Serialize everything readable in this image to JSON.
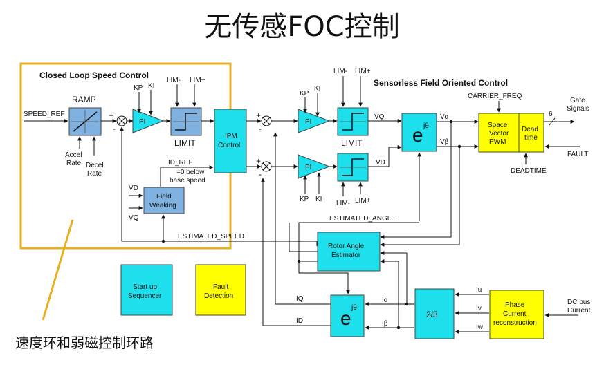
{
  "title": "无传感FOC控制",
  "caption": "速度环和弱磁控制环路",
  "speed_section": {
    "header": "Closed Loop Speed Control",
    "speed_ref": "SPEED_REF",
    "ramp": "RAMP",
    "accel_rate": [
      "Accel",
      "Rate"
    ],
    "decel_rate": [
      "Decel",
      "Rate"
    ],
    "kp": "KP",
    "ki": "KI",
    "pi": "PI",
    "lim_minus": "LIM-",
    "lim_plus": "LIM+",
    "limit": "LIMIT",
    "id_ref": "ID_REF",
    "id_ref_note": [
      "=0 below",
      "base speed"
    ],
    "vd": "VD",
    "vq": "VQ",
    "field_weaking": [
      "Field",
      "Weaking"
    ],
    "estimated_speed": "ESTIMATED_SPEED"
  },
  "ipm_control": [
    "IPM",
    "Control"
  ],
  "foc_section": {
    "header": "Sensorless Field Oriented Control",
    "pi": "PI",
    "kp": "KP",
    "ki": "KI",
    "lim_minus": "LIM-",
    "lim_plus": "LIM+",
    "limit": "LIMIT",
    "vq": "VQ",
    "vd": "VD",
    "v_alpha": "Vα",
    "v_beta": "Vβ",
    "carrier_freq": "CARRIER_FREQ",
    "svpwm": [
      "Space",
      "Vector",
      "PWM"
    ],
    "dead_time": [
      "Dead",
      "time"
    ],
    "six": "6",
    "gate_signals": [
      "Gate",
      "Signals"
    ],
    "fault": "FAULT",
    "deadtime": "DEADTIME",
    "estimated_angle": "ESTIMATED_ANGLE",
    "rotor_angle_estimator": [
      "Rotor Angle",
      "Estimator"
    ],
    "e_sym": "e",
    "j_theta": "jθ",
    "i_alpha": "Iα",
    "i_beta": "Iβ",
    "iq": "IQ",
    "id": "ID",
    "two_three": "2/3",
    "iu": "Iu",
    "iv": "Iv",
    "iw": "Iw",
    "phase_current": [
      "Phase",
      "Current",
      "reconstruction"
    ],
    "dc_bus": [
      "DC bus",
      "Current"
    ]
  },
  "startup_sequencer": [
    "Start up",
    "Sequencer"
  ],
  "fault_detection": [
    "Fault",
    "Detection"
  ],
  "colors": {
    "block_cyan": "#1ee0ec",
    "block_yellow": "#ffff00",
    "block_blue": "#7fb2e0",
    "highlight_box": "#e8b020"
  }
}
